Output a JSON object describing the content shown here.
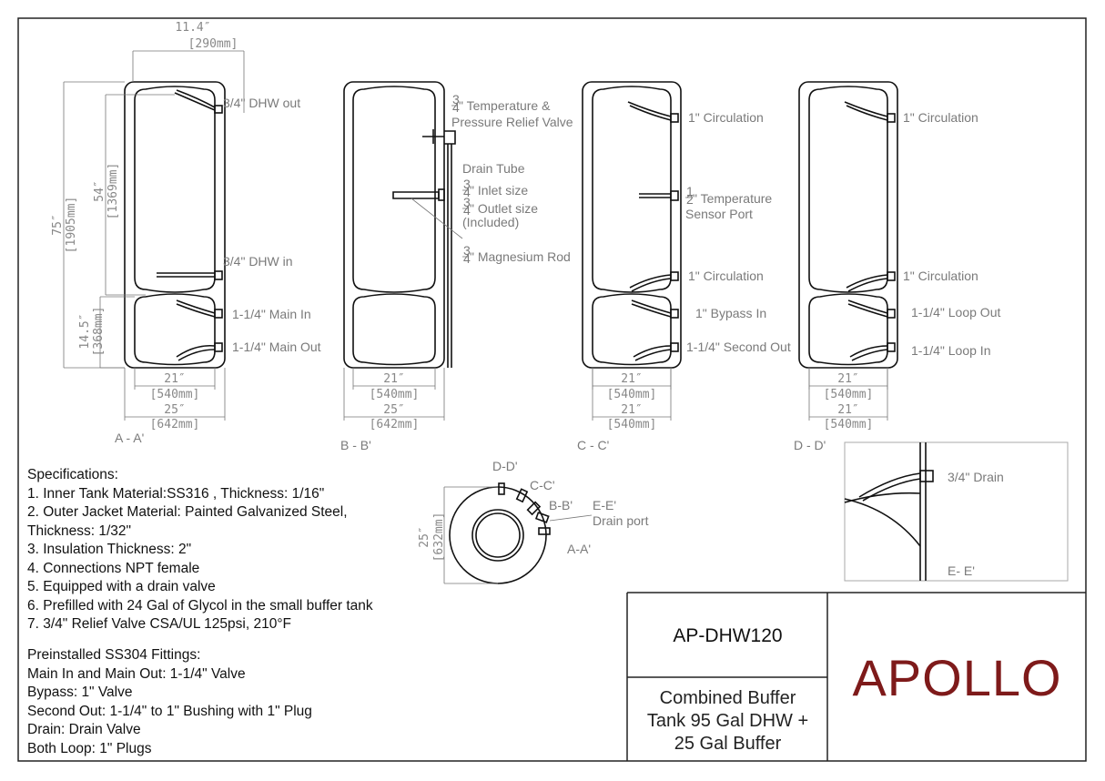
{
  "views": {
    "aa": {
      "dim_top_in": "11.4″",
      "dim_top_mm": "[290mm]",
      "dim_total_in": "75″",
      "dim_total_mm": "[1905mm]",
      "dim_upper_in": "54″",
      "dim_upper_mm": "[1369mm]",
      "dim_lower_in": "14.5″",
      "dim_lower_mm": "[368mm]",
      "label_dhw_out": "3/4\" DHW out",
      "label_dhw_in": "3/4\" DHW in",
      "label_main_in": "1-1/4\" Main In",
      "label_main_out": "1-1/4\" Main Out",
      "dim_inner_in": "21″",
      "dim_inner_mm": "[540mm]",
      "dim_outer_in": "25″",
      "dim_outer_mm": "[642mm]",
      "section": "A - A'"
    },
    "bb": {
      "label_trv_1": "\" Temperature &",
      "label_trv_2": "Pressure Relief Valve",
      "label_drain_tube": "Drain Tube",
      "label_inlet": "\" Inlet size",
      "label_outlet": "\" Outlet size",
      "label_included": "(Included)",
      "label_magnesium": "\" Magnesium Rod",
      "frac_num": "3",
      "frac_den": "4",
      "dim_inner_in": "21″",
      "dim_inner_mm": "[540mm]",
      "dim_outer_in": "25″",
      "dim_outer_mm": "[642mm]",
      "section": "B - B'"
    },
    "cc": {
      "label_circ_top": "1\" Circulation",
      "label_temp_1": "\" Temperature",
      "label_temp_2": "Sensor Port",
      "frac_num": "1",
      "frac_den": "2",
      "label_circ_bottom": "1\" Circulation",
      "label_bypass": "1\" Bypass In",
      "label_second_out": "1-1/4\" Second Out",
      "dim_inner_in": "21″",
      "dim_inner_mm": "[540mm]",
      "dim_outer_in": "21″",
      "dim_outer_mm": "[540mm]",
      "section": "C - C'"
    },
    "dd": {
      "label_circ_top": "1\" Circulation",
      "label_circ_bottom": "1\" Circulation",
      "label_loop_out": "1-1/4\" Loop Out",
      "label_loop_in": "1-1/4\" Loop In",
      "dim_inner_in": "21″",
      "dim_inner_mm": "[540mm]",
      "dim_outer_in": "21″",
      "dim_outer_mm": "[540mm]",
      "section": "D - D'"
    },
    "top": {
      "dim_in": "25″",
      "dim_mm": "[632mm]",
      "label_dd": "D-D'",
      "label_cc": "C-C'",
      "label_bb": "B-B'",
      "label_ee": "E-E'",
      "label_drain_port": "Drain port",
      "label_aa": "A-A'"
    },
    "ee": {
      "label_drain": "3/4\" Drain",
      "section": "E- E'"
    }
  },
  "specifications": {
    "heading": "Specifications:",
    "items": [
      "1. Inner Tank Material:SS316 , Thickness: 1/16\"",
      "2. Outer Jacket Material: Painted Galvanized Steel,",
      "Thickness: 1/32\"",
      "3. Insulation Thickness: 2\"",
      "4. Connections NPT female",
      "5. Equipped with a drain valve",
      "6. Prefilled with 24 Gal of Glycol in the small buffer tank",
      "7. 3/4\" Relief Valve CSA/UL 125psi, 210°F"
    ]
  },
  "fittings": {
    "heading": "Preinstalled SS304 Fittings:",
    "items": [
      "Main In and Main Out: 1-1/4\" Valve",
      "Bypass: 1\" Valve",
      "Second Out: 1-1/4\" to 1\" Bushing with 1\" Plug",
      "Drain: Drain Valve",
      "Both Loop: 1\" Plugs"
    ]
  },
  "title_block": {
    "model": "AP-DHW120",
    "description_lines": [
      "Combined Buffer",
      "Tank 95 Gal DHW +",
      "25 Gal Buffer"
    ],
    "logo": "APOLLO"
  },
  "colors": {
    "logo": "#7e1a1a",
    "line": "#111111",
    "dimension": "#888888"
  }
}
